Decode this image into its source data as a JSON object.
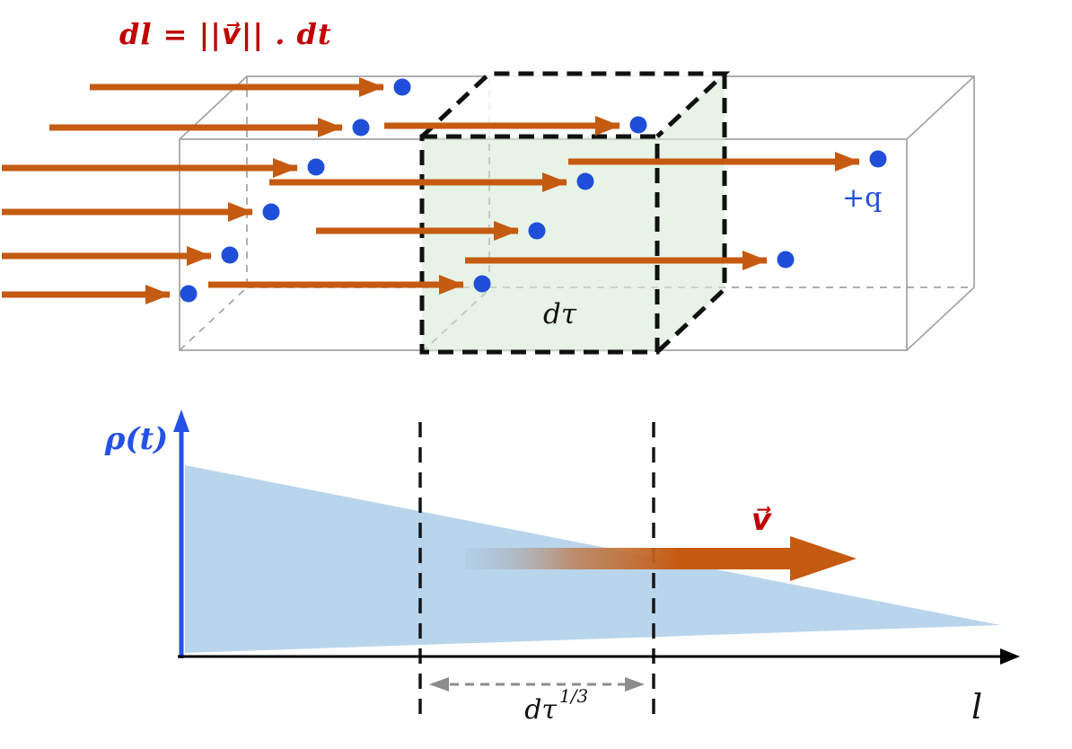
{
  "scene": {
    "formula_label": "dl = ||v⃗|| . dt",
    "charge_label": "+q",
    "volume_label": "dτ",
    "graph": {
      "density_label": "ρ(t)",
      "length_label": "l",
      "velocity_label": "v⃗",
      "width_label_base": "dτ",
      "width_label_sup": "1/3"
    },
    "colors": {
      "arrow_orange": "#C55A11",
      "charge_blue": "#1F4FD8",
      "label_red": "#C00000",
      "axis_blue": "#2451E6",
      "wedge_blue": "#B9D5EC",
      "cube_green": "#D9EBD9"
    }
  }
}
